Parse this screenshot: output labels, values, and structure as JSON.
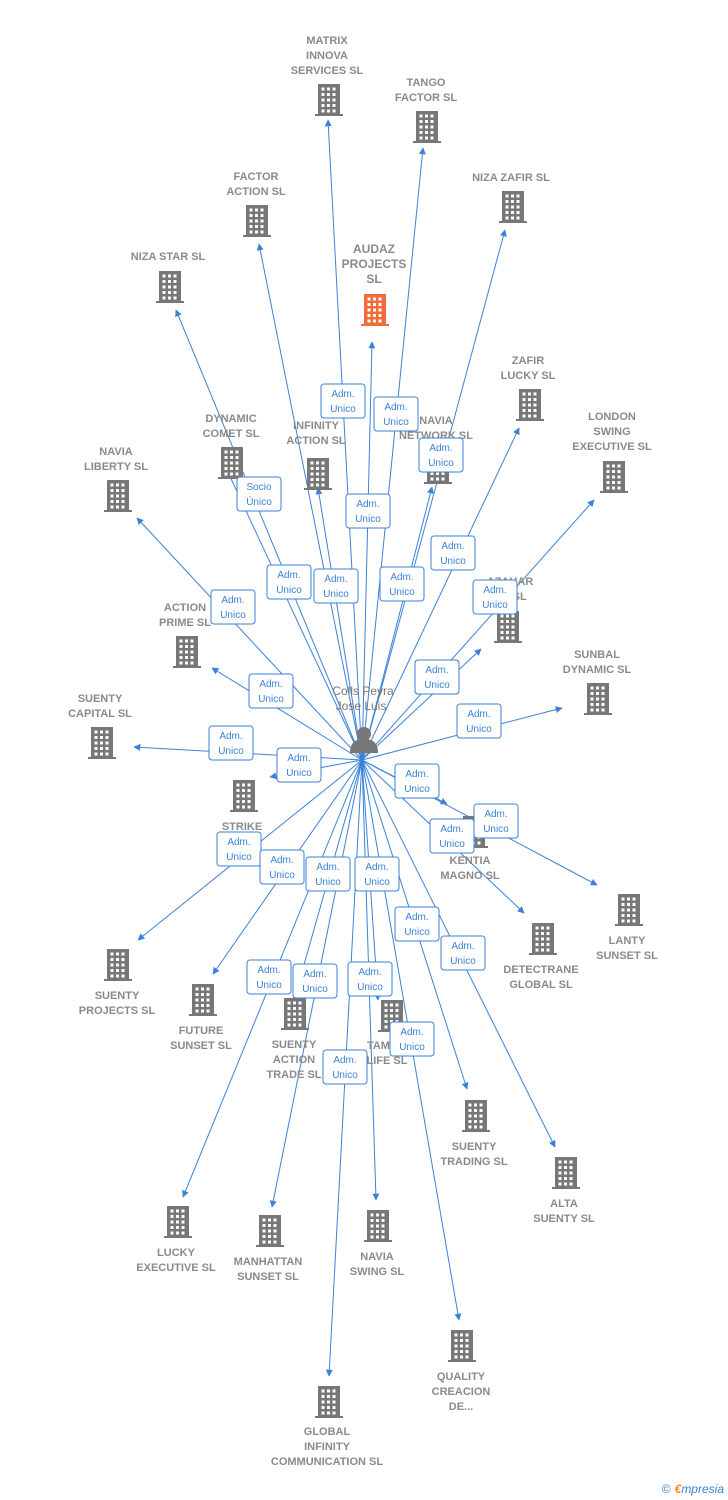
{
  "person": {
    "name_line1": "Colls Peyra",
    "name_line2": "Jose Luis",
    "icon": "person-icon"
  },
  "colors": {
    "edge": "#3b82d6",
    "building": "#777777",
    "highlight": "#f26b3a",
    "label": "#8a8a8a"
  },
  "nodes": [
    {
      "id": "matrix",
      "lines": [
        "MATRIX",
        "INNOVA",
        "SERVICES SL"
      ],
      "icon": "building-icon"
    },
    {
      "id": "tango",
      "lines": [
        "TANGO",
        "FACTOR SL"
      ],
      "icon": "building-icon"
    },
    {
      "id": "niza-zafir",
      "lines": [
        "NIZA ZAFIR SL"
      ],
      "icon": "building-icon"
    },
    {
      "id": "factor-action",
      "lines": [
        "FACTOR",
        "ACTION SL"
      ],
      "icon": "building-icon"
    },
    {
      "id": "audaz",
      "lines": [
        "AUDAZ",
        "PROJECTS",
        "SL"
      ],
      "icon": "building-icon",
      "highlight": true
    },
    {
      "id": "niza-star",
      "lines": [
        "NIZA STAR SL"
      ],
      "icon": "building-icon"
    },
    {
      "id": "zafir-lucky",
      "lines": [
        "ZAFIR",
        "LUCKY SL"
      ],
      "icon": "building-icon"
    },
    {
      "id": "dynamic-comet",
      "lines": [
        "DYNAMIC",
        "COMET SL"
      ],
      "icon": "building-icon"
    },
    {
      "id": "infinity-action",
      "lines": [
        "INFINITY",
        "ACTION SL"
      ],
      "icon": "building-icon"
    },
    {
      "id": "navia-network",
      "lines": [
        "NAVIA",
        "NETWORK SL"
      ],
      "icon": "building-icon"
    },
    {
      "id": "london-swing",
      "lines": [
        "LONDON",
        "SWING",
        "EXECUTIVE SL"
      ],
      "icon": "building-icon"
    },
    {
      "id": "navia-liberty",
      "lines": [
        "NAVIA",
        "LIBERTY SL"
      ],
      "icon": "building-icon"
    },
    {
      "id": "azahar",
      "lines": [
        "AZAHAR",
        "...Y SL"
      ],
      "icon": "building-icon"
    },
    {
      "id": "action-prime",
      "lines": [
        "ACTION",
        "PRIME SL"
      ],
      "icon": "building-icon"
    },
    {
      "id": "sunbal",
      "lines": [
        "SUNBAL",
        "DYNAMIC SL"
      ],
      "icon": "building-icon"
    },
    {
      "id": "suenty-capital",
      "lines": [
        "SUENTY",
        "CAPITAL SL"
      ],
      "icon": "building-icon"
    },
    {
      "id": "strike",
      "lines": [
        "STRIKE",
        "A... SL"
      ],
      "icon": "building-icon"
    },
    {
      "id": "kentia",
      "lines": [
        "KENTIA",
        "MAGNO SL"
      ],
      "icon": "building-icon"
    },
    {
      "id": "lanty",
      "lines": [
        "LANTY",
        "SUNSET SL"
      ],
      "icon": "building-icon"
    },
    {
      "id": "detectrane",
      "lines": [
        "DETECTRANE",
        "GLOBAL  SL"
      ],
      "icon": "building-icon"
    },
    {
      "id": "suenty-projects",
      "lines": [
        "SUENTY",
        "PROJECTS SL"
      ],
      "icon": "building-icon"
    },
    {
      "id": "future-sunset",
      "lines": [
        "FUTURE",
        "SUNSET SL"
      ],
      "icon": "building-icon"
    },
    {
      "id": "suenty-action",
      "lines": [
        "SUENTY",
        "ACTION",
        "TRADE SL"
      ],
      "icon": "building-icon"
    },
    {
      "id": "tamara",
      "lines": [
        "TAMA...",
        "LIFE SL"
      ],
      "icon": "building-icon"
    },
    {
      "id": "suenty-trading",
      "lines": [
        "SUENTY",
        "TRADING SL"
      ],
      "icon": "building-icon"
    },
    {
      "id": "alta-suenty",
      "lines": [
        "ALTA",
        "SUENTY SL"
      ],
      "icon": "building-icon"
    },
    {
      "id": "lucky-executive",
      "lines": [
        "LUCKY",
        "EXECUTIVE SL"
      ],
      "icon": "building-icon"
    },
    {
      "id": "manhattan",
      "lines": [
        "MANHATTAN",
        "SUNSET SL"
      ],
      "icon": "building-icon"
    },
    {
      "id": "navia-swing",
      "lines": [
        "NAVIA",
        "SWING SL"
      ],
      "icon": "building-icon"
    },
    {
      "id": "quality",
      "lines": [
        "QUALITY",
        "CREACION",
        "DE..."
      ],
      "icon": "building-icon"
    },
    {
      "id": "global-infinity",
      "lines": [
        "GLOBAL",
        "INFINITY",
        "COMMUNICATION SL"
      ],
      "icon": "building-icon"
    }
  ],
  "edges": [
    {
      "to": "matrix",
      "label": [
        "Adm.",
        "Unico"
      ]
    },
    {
      "to": "tango",
      "label": [
        "Adm.",
        "Unico"
      ]
    },
    {
      "to": "niza-zafir",
      "label": [
        "Adm.",
        "Unico"
      ]
    },
    {
      "to": "factor-action",
      "label": [
        "Adm.",
        "Unico"
      ]
    },
    {
      "to": "audaz",
      "label": [
        "Adm.",
        "Unico"
      ]
    },
    {
      "to": "niza-star",
      "label": [
        "Socio",
        "Único"
      ]
    },
    {
      "to": "zafir-lucky",
      "label": [
        "Adm.",
        "Unico"
      ]
    },
    {
      "to": "dynamic-comet",
      "label": [
        "Adm.",
        "Unico"
      ]
    },
    {
      "to": "infinity-action",
      "label": [
        "Adm.",
        "Unico"
      ]
    },
    {
      "to": "navia-network",
      "label": [
        "Adm.",
        "Unico"
      ]
    },
    {
      "to": "london-swing",
      "label": [
        "Adm.",
        "Unico"
      ]
    },
    {
      "to": "navia-liberty",
      "label": [
        "Adm.",
        "Unico"
      ]
    },
    {
      "to": "azahar",
      "label": [
        "Adm.",
        "Unico"
      ]
    },
    {
      "to": "action-prime",
      "label": [
        "Adm.",
        "Unico"
      ]
    },
    {
      "to": "sunbal",
      "label": [
        "Adm.",
        "Unico"
      ]
    },
    {
      "to": "suenty-capital",
      "label": [
        "Adm.",
        "Unico"
      ]
    },
    {
      "to": "strike",
      "label": [
        "Adm.",
        "Unico"
      ]
    },
    {
      "to": "kentia",
      "label": [
        "Adm.",
        "Unico"
      ]
    },
    {
      "to": "lanty",
      "label": [
        "Adm.",
        "Unico"
      ]
    },
    {
      "to": "detectrane",
      "label": [
        "Adm.",
        "Unico"
      ]
    },
    {
      "to": "suenty-projects",
      "label": [
        "Adm.",
        "Unico"
      ]
    },
    {
      "to": "future-sunset",
      "label": [
        "Adm.",
        "Unico"
      ]
    },
    {
      "to": "suenty-action",
      "label": [
        "Adm.",
        "Unico"
      ]
    },
    {
      "to": "tamara",
      "label": [
        "Adm.",
        "Unico"
      ]
    },
    {
      "to": "suenty-trading",
      "label": [
        "Adm.",
        "Unico"
      ]
    },
    {
      "to": "alta-suenty",
      "label": [
        "Adm.",
        "Unico"
      ]
    },
    {
      "to": "lucky-executive",
      "label": [
        "Adm.",
        "Unico"
      ]
    },
    {
      "to": "manhattan",
      "label": [
        "Adm.",
        "Unico"
      ]
    },
    {
      "to": "navia-swing",
      "label": [
        "Adm.",
        "Unico"
      ]
    },
    {
      "to": "quality",
      "label": [
        "Adm.",
        "Unico"
      ]
    },
    {
      "to": "global-infinity",
      "label": [
        "Adm.",
        "Unico"
      ]
    }
  ],
  "footer": {
    "copyright": "©",
    "brand_initial": "€",
    "brand_rest": "mpresia"
  }
}
